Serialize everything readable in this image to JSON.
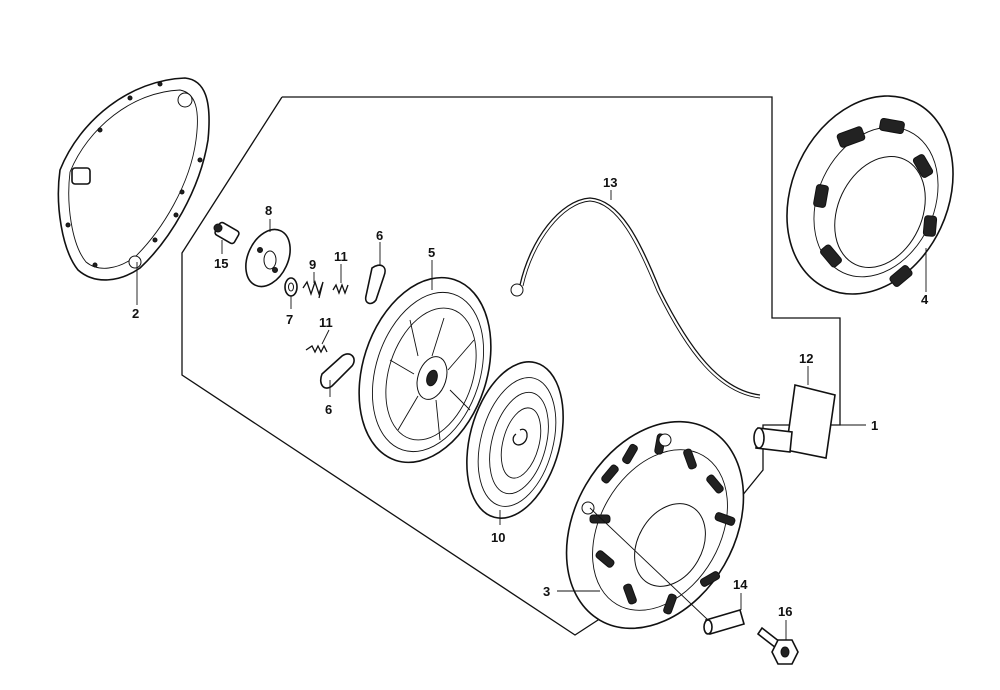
{
  "diagram": {
    "callouts": [
      "1",
      "2",
      "3",
      "4",
      "5",
      "6",
      "6",
      "7",
      "8",
      "9",
      "10",
      "11",
      "11",
      "12",
      "13",
      "14",
      "15",
      "16"
    ],
    "colors": {
      "ink": "#111111",
      "background": "#ffffff"
    }
  }
}
